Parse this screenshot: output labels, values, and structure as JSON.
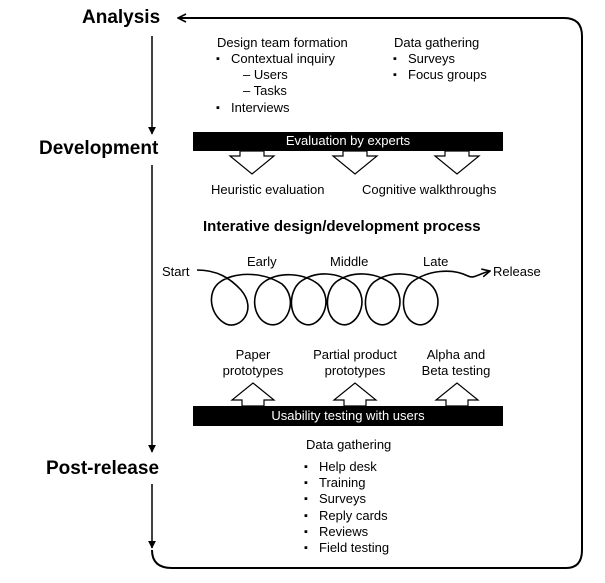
{
  "phases": {
    "analysis": "Analysis",
    "development": "Development",
    "post_release": "Post-release"
  },
  "analysis_section": {
    "col1": {
      "heading": "Design team formation",
      "items": [
        {
          "text": "Contextual inquiry",
          "level": 0
        },
        {
          "text": "– Users",
          "level": 1
        },
        {
          "text": "– Tasks",
          "level": 1
        },
        {
          "text": "Interviews",
          "level": 0
        }
      ]
    },
    "col2": {
      "heading": "Data gathering",
      "items": [
        {
          "text": "Surveys",
          "level": 0
        },
        {
          "text": "Focus groups",
          "level": 0
        }
      ]
    }
  },
  "expert_bar": {
    "label": "Evaluation by experts",
    "methods": [
      "Heuristic evaluation",
      "Cognitive walkthroughs"
    ]
  },
  "process": {
    "title": "Interative design/development process",
    "start": "Start",
    "release": "Release",
    "stages": [
      "Early",
      "Middle",
      "Late"
    ]
  },
  "prototypes": [
    "Paper\nprototypes",
    "Partial product\nprototypes",
    "Alpha and\nBeta testing"
  ],
  "user_bar": {
    "label": "Usability testing with users"
  },
  "post_release_section": {
    "heading": "Data gathering",
    "items": [
      "Help desk",
      "Training",
      "Surveys",
      "Reply cards",
      "Reviews",
      "Field testing"
    ]
  },
  "colors": {
    "ink": "#000000",
    "background": "#ffffff",
    "bar_text": "#ffffff"
  }
}
